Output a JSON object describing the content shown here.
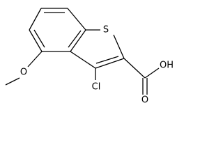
{
  "molecule": {
    "atoms": {
      "sulfur": "S",
      "chlorine": "Cl",
      "hydroxyl": "OH",
      "carbonyl_oxygen": "O",
      "ether_oxygen": "O"
    }
  }
}
